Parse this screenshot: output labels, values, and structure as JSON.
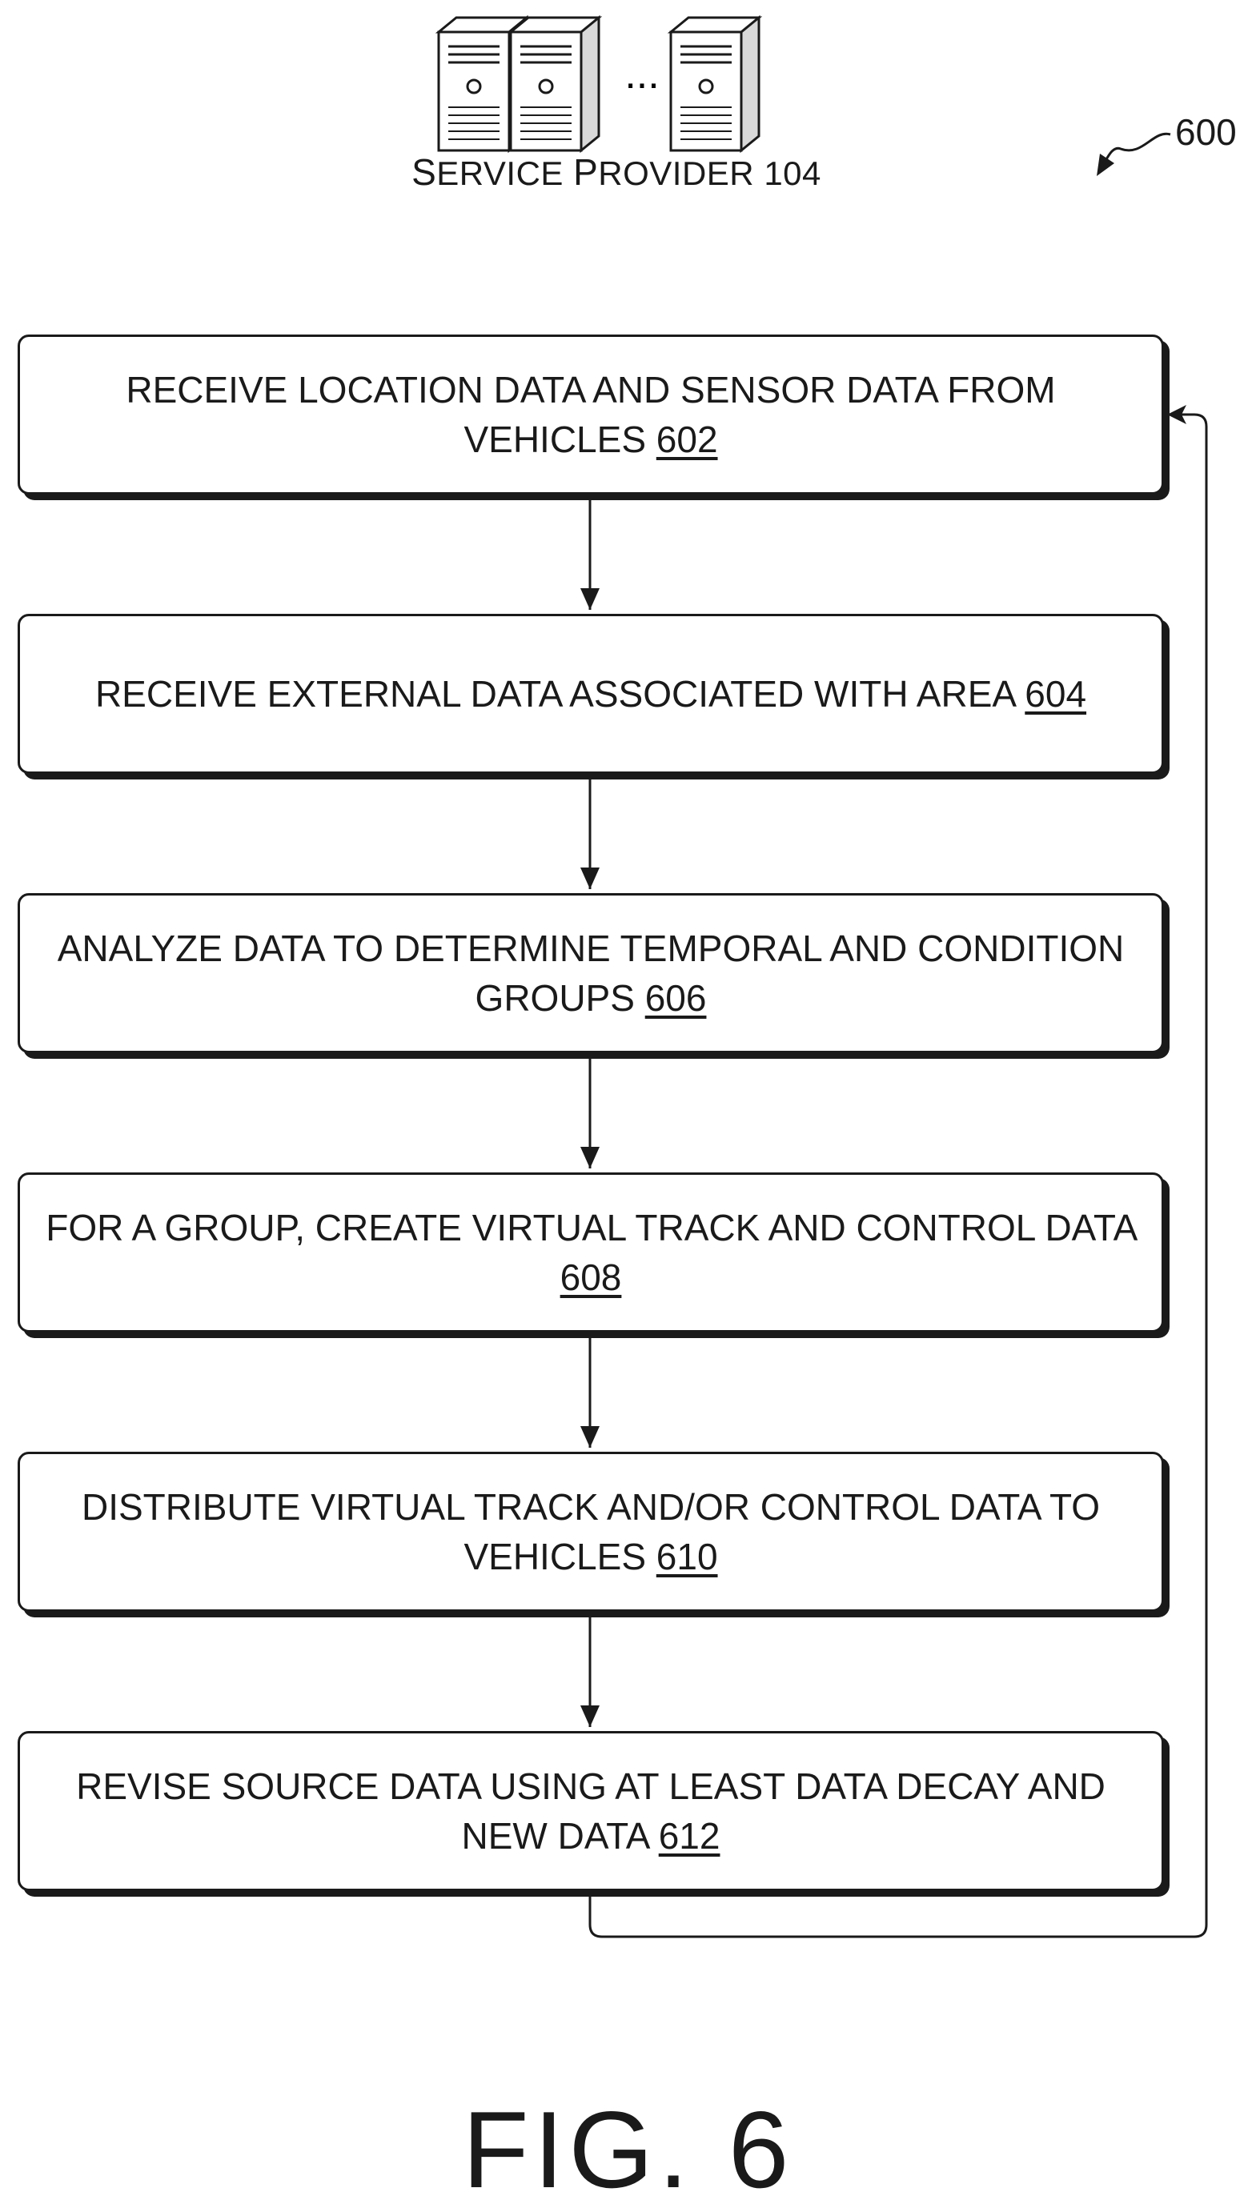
{
  "header": {
    "service_provider_first_initial": "S",
    "service_provider_first_rest": "ERVICE",
    "service_provider_second_initial": "P",
    "service_provider_second_rest": "ROVIDER",
    "service_provider_ref": "104",
    "ellipsis": "...",
    "figure_ref": "600"
  },
  "steps": [
    {
      "text": "RECEIVE LOCATION DATA AND SENSOR DATA FROM VEHICLES",
      "ref": "602"
    },
    {
      "text": "RECEIVE EXTERNAL DATA ASSOCIATED WITH AREA",
      "ref": "604"
    },
    {
      "text": "ANALYZE DATA TO DETERMINE TEMPORAL AND CONDITION GROUPS",
      "ref": "606"
    },
    {
      "text": "FOR A GROUP, CREATE VIRTUAL TRACK AND CONTROL DATA",
      "ref": "608"
    },
    {
      "text": "DISTRIBUTE VIRTUAL TRACK AND/OR CONTROL DATA TO VEHICLES",
      "ref": "610"
    },
    {
      "text": "REVISE SOURCE DATA USING AT LEAST DATA DECAY AND NEW DATA",
      "ref": "612"
    }
  ],
  "figure_label": "FIG. 6"
}
